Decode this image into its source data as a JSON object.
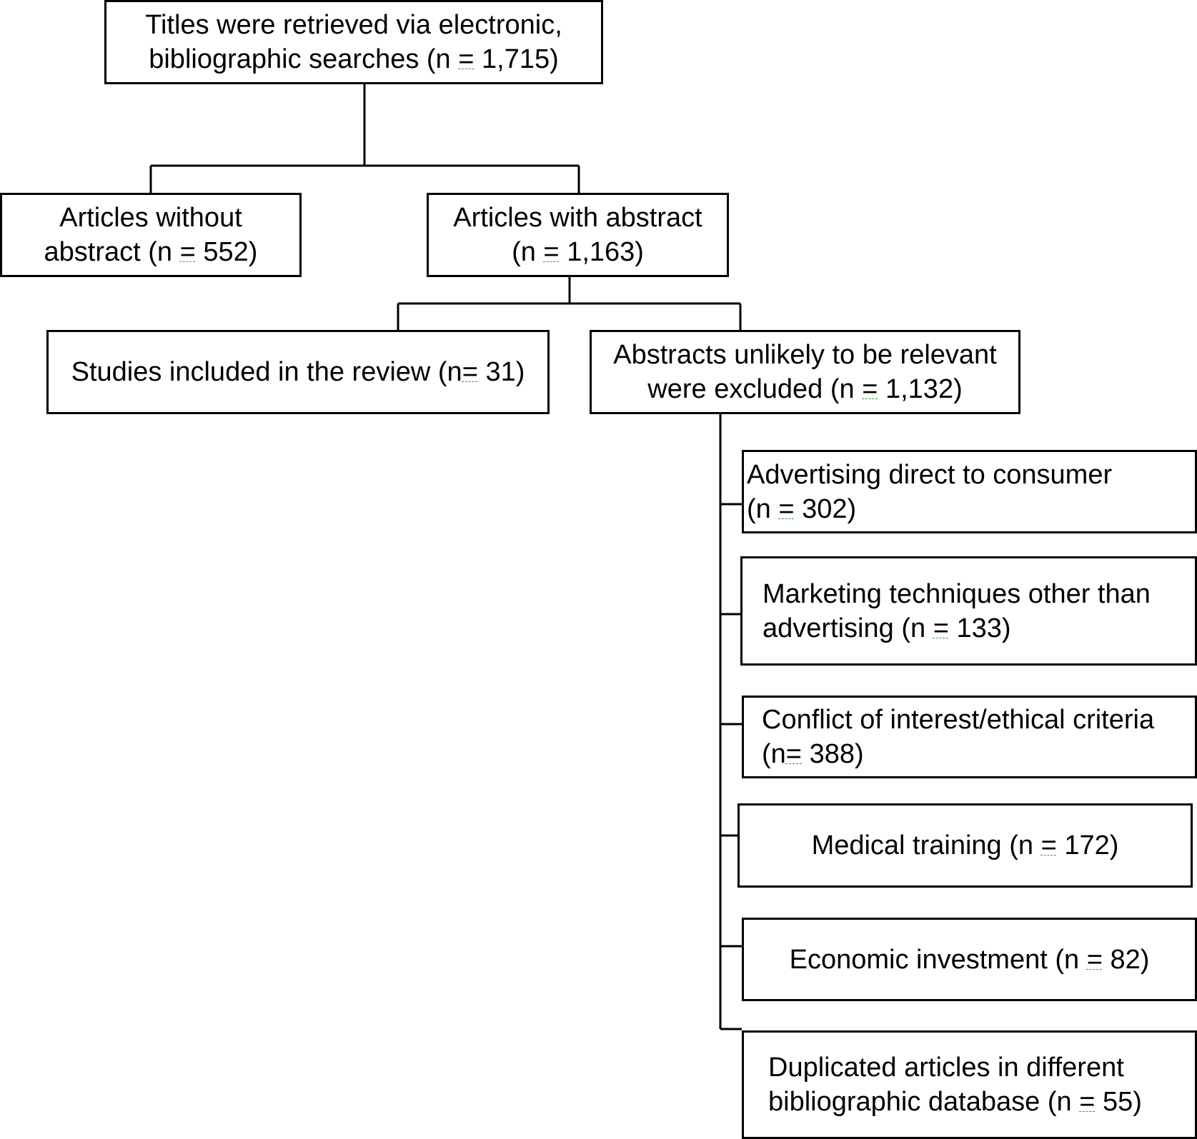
{
  "nodes": {
    "titles": {
      "line1": "Titles were retrieved via electronic,",
      "line2_pre": "bibliographic searches (n",
      "eq": "=",
      "line2_post": "1,715)"
    },
    "no_abstract": {
      "line1": "Articles without",
      "line2_pre": "abstract (n",
      "eq": "=",
      "line2_post": "552)"
    },
    "with_abstract": {
      "line1": "Articles with abstract",
      "line2_pre": "(n",
      "eq": "=",
      "line2_post": "1,163)"
    },
    "included": {
      "line1_pre": "Studies included in the review (n",
      "eq": "=",
      "line1_post": "31)"
    },
    "excluded": {
      "line1": "Abstracts unlikely to be relevant",
      "line2_pre": "were excluded (n",
      "eq": "=",
      "line2_post": "1,132)"
    },
    "advertising": {
      "line1": "Advertising direct to consumer",
      "line2_pre": "(n",
      "eq": "=",
      "line2_post": "302)"
    },
    "marketing": {
      "line1": "Marketing techniques other than",
      "line2_pre": "advertising (n",
      "eq": "=",
      "line2_post": "133)"
    },
    "conflict": {
      "line1": "Conflict of interest/ethical criteria",
      "line2_pre": "(n",
      "eq": "=",
      "line2_post": "388)"
    },
    "medical": {
      "line1_pre": "Medical training (n",
      "eq": "=",
      "line1_post": "172)"
    },
    "economic": {
      "line1_pre": "Economic investment (n",
      "eq": "=",
      "line1_post": "82)"
    },
    "duplicated": {
      "line1": "Duplicated articles in different",
      "line2_pre": "bibliographic database (n",
      "eq": "=",
      "line2_post": "55)"
    }
  },
  "colors": {
    "line": "#000000",
    "box_border": "#000000",
    "spellcheck_underline": "#3c9a3c"
  }
}
